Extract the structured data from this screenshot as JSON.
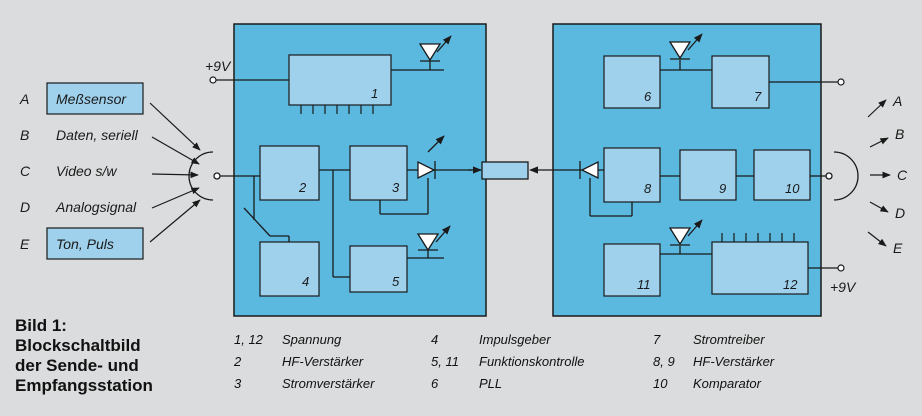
{
  "sources": [
    {
      "letter": "A",
      "label": "Meßsensor"
    },
    {
      "letter": "B",
      "label": "Daten, seriell"
    },
    {
      "letter": "C",
      "label": "Video s/w"
    },
    {
      "letter": "D",
      "label": "Analogsignal"
    },
    {
      "letter": "E",
      "label": "Ton, Puls"
    }
  ],
  "outputs": [
    "A",
    "B",
    "C",
    "D",
    "E"
  ],
  "supply": {
    "tx": "+9V",
    "rx": "+9V"
  },
  "tx_blocks": [
    "1",
    "2",
    "3",
    "4",
    "5"
  ],
  "rx_blocks": [
    "6",
    "7",
    "8",
    "9",
    "10",
    "11",
    "12"
  ],
  "caption": [
    "Bild 1:",
    "Blockschaltbild",
    "der Sende- und",
    "Empfangsstation"
  ],
  "legend": [
    {
      "num": "1, 12",
      "text": "Spannung"
    },
    {
      "num": "2",
      "text": "HF-Verstärker"
    },
    {
      "num": "3",
      "text": "Stromverstärker"
    },
    {
      "num": "4",
      "text": "Impulsgeber"
    },
    {
      "num": "5, 11",
      "text": "Funktionskontrolle"
    },
    {
      "num": "6",
      "text": "PLL"
    },
    {
      "num": "7",
      "text": "Stromtreiber"
    },
    {
      "num": "8, 9",
      "text": "HF-Verstärker"
    },
    {
      "num": "10",
      "text": "Komparator"
    }
  ],
  "colors": {
    "background": "#dbdcdd",
    "panel": "#5bb8df",
    "box": "#9fd1ec",
    "line": "#1a1a1a"
  }
}
